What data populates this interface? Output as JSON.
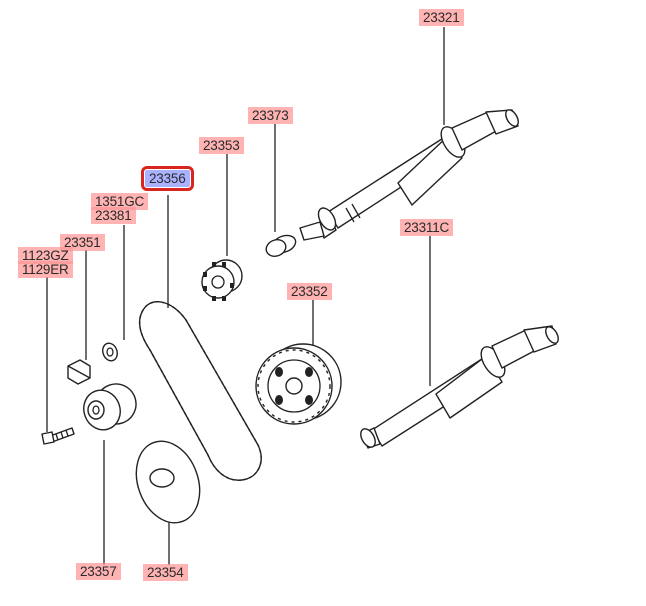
{
  "labels": {
    "p23321": "23321",
    "p23373": "23373",
    "p23353": "23353",
    "p23356": "23356",
    "p1351GC": "1351GC",
    "p23381": "23381",
    "p23311C": "23311C",
    "p23351": "23351",
    "p1123GZ": "1123GZ",
    "p1129ER": "1129ER",
    "p23352": "23352",
    "p23357": "23357",
    "p23354": "23354"
  },
  "colors": {
    "label_bg": "#ff9696",
    "highlight_bg": "#aab2ff",
    "highlight_border": "#d8261e"
  }
}
